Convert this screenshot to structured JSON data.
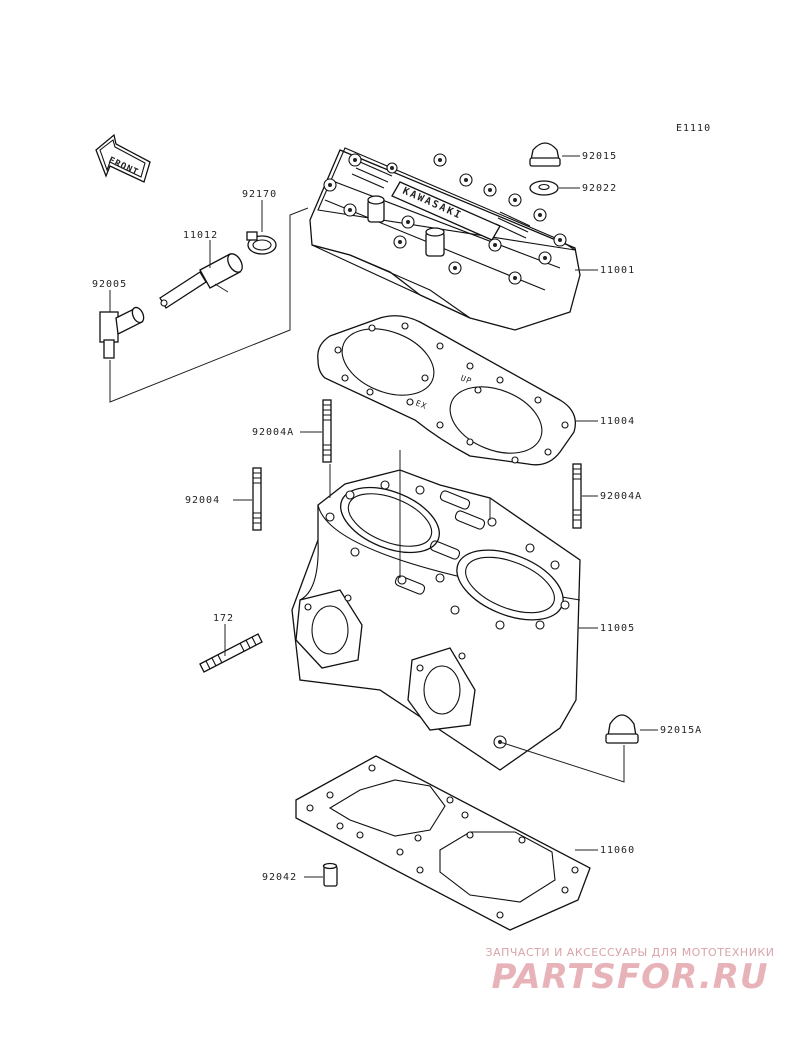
{
  "diagram": {
    "code": "E1110",
    "front_label": "FRONT",
    "cylinder_head_stamp": "KAWASAKI",
    "gasket_mark_up": "UP",
    "gasket_mark_ex": "EX",
    "callouts": {
      "p92015": "92015",
      "p92022": "92022",
      "p92170": "92170",
      "p11012": "11012",
      "p92005": "92005",
      "p11001": "11001",
      "p11004": "11004",
      "p92004A_left": "92004A",
      "p92004": "92004",
      "p92004A_right": "92004A",
      "p172": "172",
      "p11005": "11005",
      "p92015A": "92015A",
      "p11060": "11060",
      "p92042": "92042"
    }
  },
  "watermark": {
    "subtitle": "ЗАПЧАСТИ И АКСЕССУАРЫ ДЛЯ МОТОТЕХНИКИ",
    "brand": "PARTSFOR.RU",
    "color": "#e7b3b8"
  }
}
